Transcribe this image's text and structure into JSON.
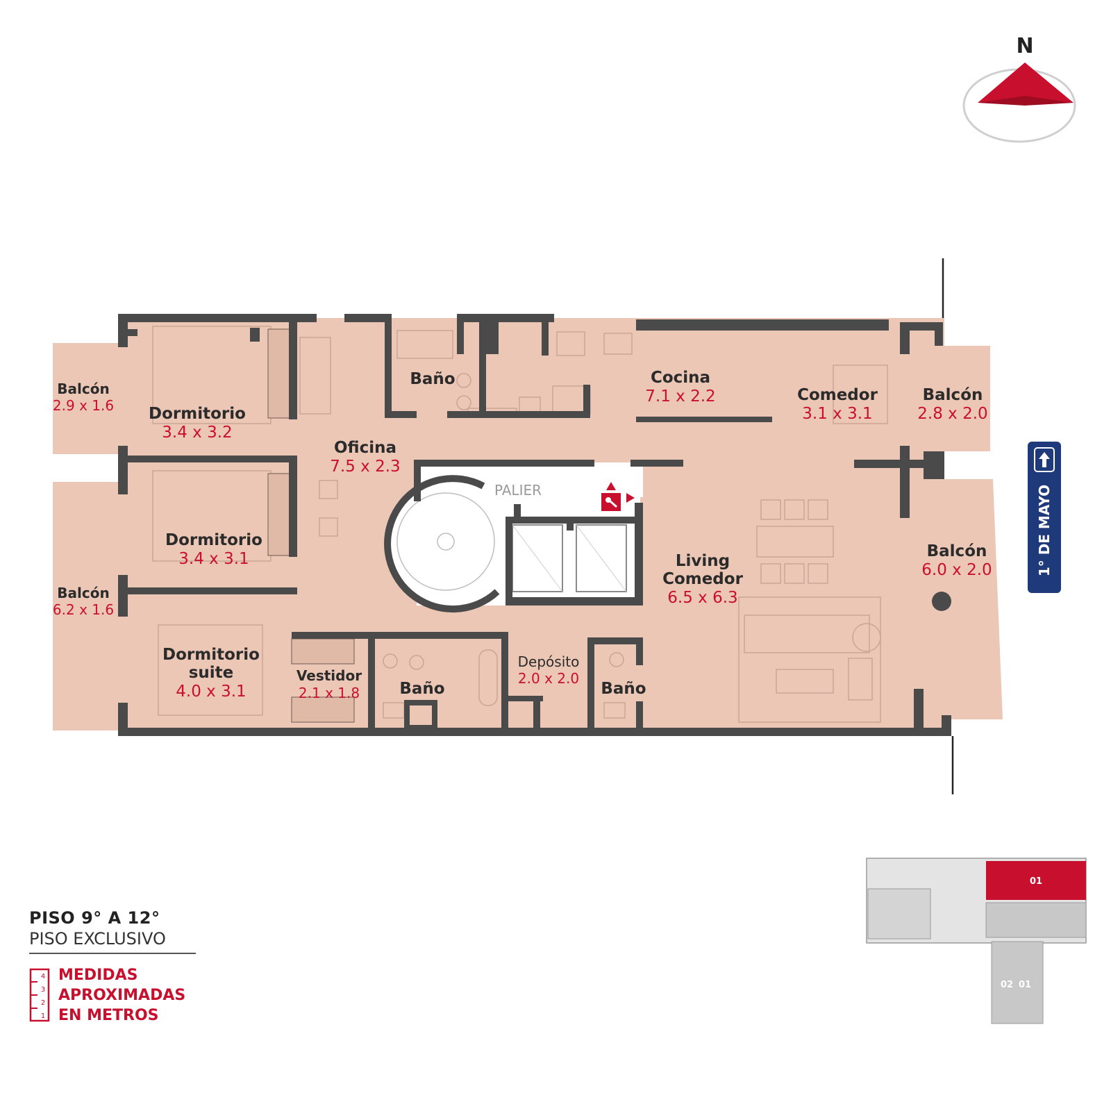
{
  "compass": {
    "label": "N"
  },
  "street": {
    "label": "1° DE MAYO"
  },
  "legend": {
    "floor_title": "PISO 9° A 12°",
    "floor_subtitle": "PISO EXCLUSIVO",
    "measures_label": [
      "MEDIDAS",
      "APROXIMADAS",
      "EN METROS"
    ],
    "scale_ticks": [
      "4",
      "3",
      "2",
      "1"
    ]
  },
  "rooms": {
    "balcon_nw": {
      "name": "Balcón",
      "dims": "2.9 x 1.6"
    },
    "dormitorio_1": {
      "name": "Dormitorio",
      "dims": "3.4 x 3.2"
    },
    "bano_top": {
      "name": "Baño"
    },
    "cocina": {
      "name": "Cocina",
      "dims": "7.1 x 2.2"
    },
    "comedor": {
      "name": "Comedor",
      "dims": "3.1 x 3.1"
    },
    "balcon_ne": {
      "name": "Balcón",
      "dims": "2.8 x 2.0"
    },
    "oficina": {
      "name": "Oficina",
      "dims": "7.5 x 2.3"
    },
    "palier": {
      "name": "PALIER"
    },
    "dormitorio_2": {
      "name": "Dormitorio",
      "dims": "3.4 x 3.1"
    },
    "living": {
      "name_1": "Living",
      "name_2": "Comedor",
      "dims": "6.5 x 6.3"
    },
    "balcon_e": {
      "name": "Balcón",
      "dims": "6.0 x 2.0"
    },
    "balcon_w": {
      "name": "Balcón",
      "dims": "6.2 x 1.6"
    },
    "suite": {
      "name_1": "Dormitorio",
      "name_2": "suite",
      "dims": "4.0 x 3.1"
    },
    "vestidor": {
      "name": "Vestidor",
      "dims": "2.1 x 1.8"
    },
    "bano_suite": {
      "name": "Baño"
    },
    "deposito": {
      "name": "Depósito",
      "dims": "2.0 x 2.0"
    },
    "bano_small": {
      "name": "Baño"
    }
  },
  "keyplan": {
    "unit_top": "01",
    "unit_bottom_left": "02",
    "unit_bottom_right": "01"
  },
  "colors": {
    "floor": "#ecc7b6",
    "wall": "#4a4a4a",
    "accent": "#c8102e",
    "street_sign": "#1f3a7a"
  }
}
